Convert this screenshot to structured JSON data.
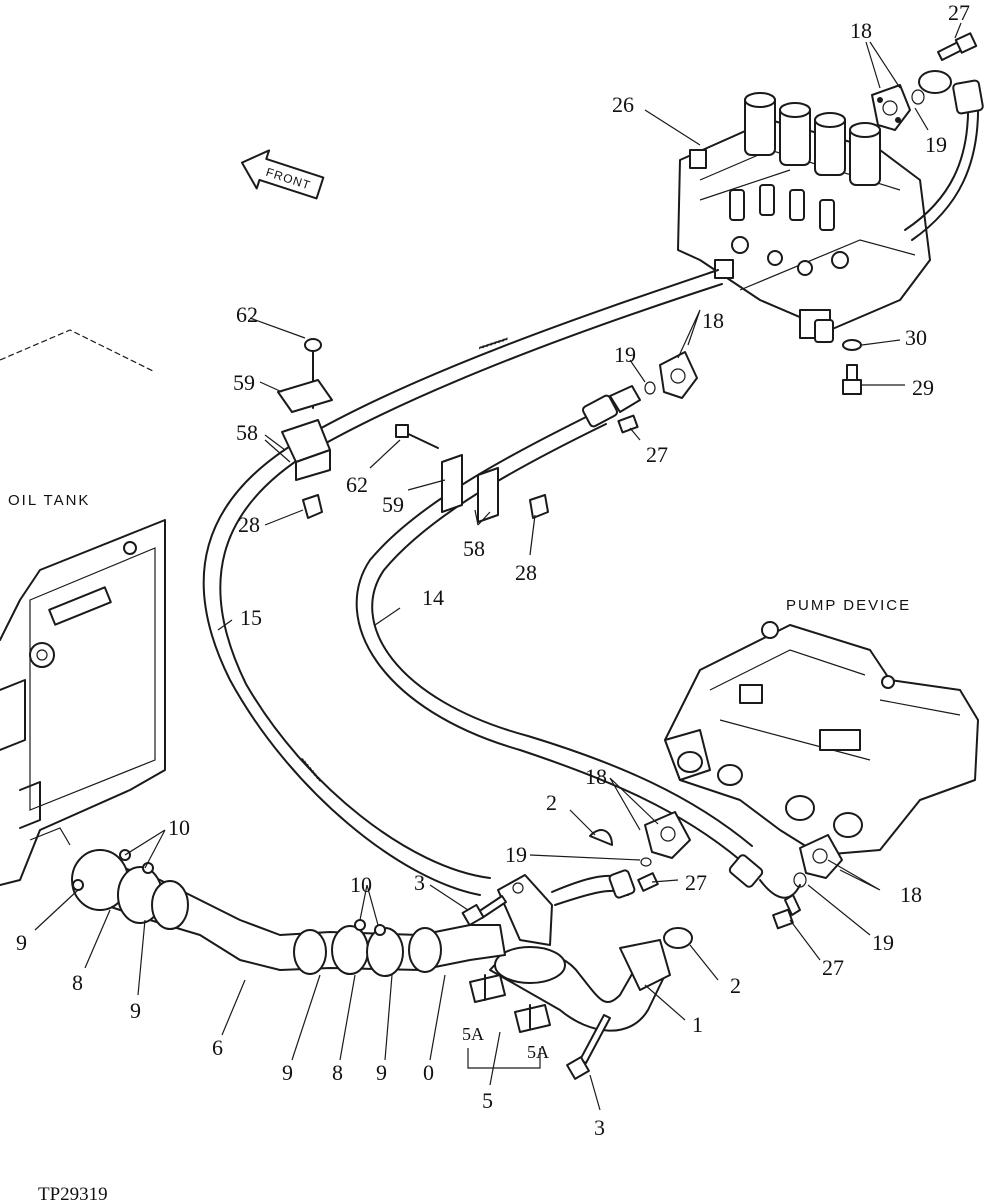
{
  "labels": {
    "oil_tank": "OIL TANK",
    "pump_device": "PUMP DEVICE",
    "front": "FRONT",
    "figure_ref": "TP29319"
  },
  "callouts": [
    {
      "id": "c27a",
      "text": "27"
    },
    {
      "id": "c18a",
      "text": "18"
    },
    {
      "id": "c19a",
      "text": "19"
    },
    {
      "id": "c26",
      "text": "26"
    },
    {
      "id": "c62a",
      "text": "62"
    },
    {
      "id": "c59a",
      "text": "59"
    },
    {
      "id": "c58a",
      "text": "58"
    },
    {
      "id": "c28a",
      "text": "28"
    },
    {
      "id": "c18b",
      "text": "18"
    },
    {
      "id": "c19b",
      "text": "19"
    },
    {
      "id": "c27b",
      "text": "27"
    },
    {
      "id": "c30",
      "text": "30"
    },
    {
      "id": "c29",
      "text": "29"
    },
    {
      "id": "c62b",
      "text": "62"
    },
    {
      "id": "c59b",
      "text": "59"
    },
    {
      "id": "c58b",
      "text": "58"
    },
    {
      "id": "c28b",
      "text": "28"
    },
    {
      "id": "c15",
      "text": "15"
    },
    {
      "id": "c14",
      "text": "14"
    },
    {
      "id": "c18c",
      "text": "18"
    },
    {
      "id": "c2a",
      "text": "2"
    },
    {
      "id": "c19c",
      "text": "19"
    },
    {
      "id": "c27c",
      "text": "27"
    },
    {
      "id": "c10a",
      "text": "10"
    },
    {
      "id": "c10b",
      "text": "10"
    },
    {
      "id": "c3a",
      "text": "3"
    },
    {
      "id": "c18d",
      "text": "18"
    },
    {
      "id": "c19d",
      "text": "19"
    },
    {
      "id": "c27d",
      "text": "27"
    },
    {
      "id": "c2b",
      "text": "2"
    },
    {
      "id": "c1",
      "text": "1"
    },
    {
      "id": "c9a",
      "text": "9"
    },
    {
      "id": "c8a",
      "text": "8"
    },
    {
      "id": "c9b",
      "text": "9"
    },
    {
      "id": "c6",
      "text": "6"
    },
    {
      "id": "c9c",
      "text": "9"
    },
    {
      "id": "c8b",
      "text": "8"
    },
    {
      "id": "c9d",
      "text": "9"
    },
    {
      "id": "c0",
      "text": "0"
    },
    {
      "id": "c5a1",
      "text": "5A"
    },
    {
      "id": "c5a2",
      "text": "5A"
    },
    {
      "id": "c5",
      "text": "5"
    },
    {
      "id": "c3b",
      "text": "3"
    }
  ]
}
